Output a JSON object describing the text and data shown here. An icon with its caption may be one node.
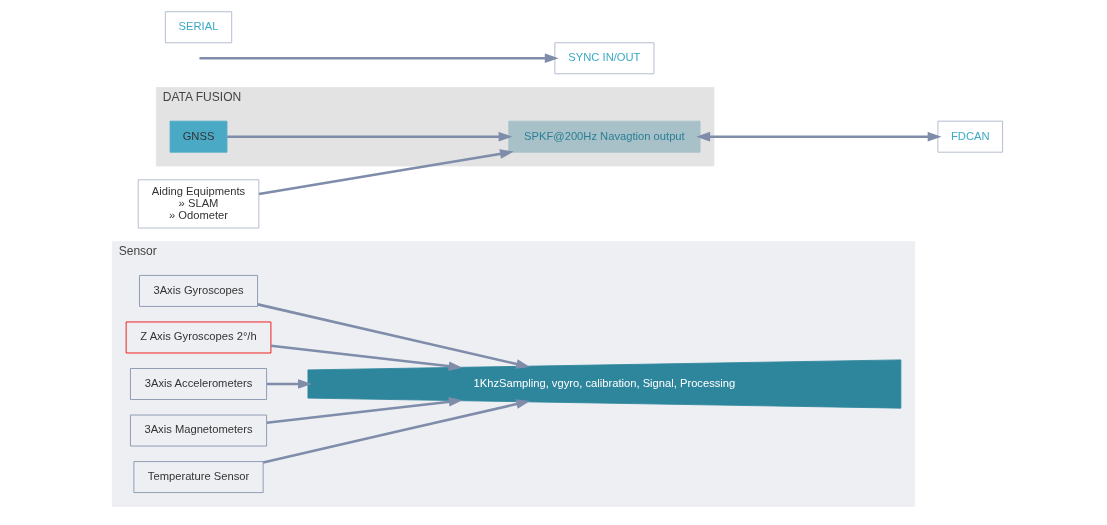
{
  "diagram": {
    "nodes": [
      {
        "text": [
          "Sensor"
        ]
      },
      {
        "text": [
          "3Axis Gyroscopes"
        ],
        "in": 0
      },
      {
        "text": [
          "Z Axis Gyroscopes 2°/h"
        ],
        "in": 0
      },
      {
        "text": [
          "3Axis Accelerometers"
        ],
        "in": 0
      },
      {
        "text": [
          "3Axis Magnetometers"
        ],
        "in": 0
      },
      {
        "text": [
          "Temperature Sensor"
        ],
        "in": 0
      },
      {
        "text": [
          "1KhzSampling, vgyro, calibration, Signal, Processing"
        ],
        "in": 0
      },
      {
        "text": [
          "DATA FUSION"
        ]
      },
      {
        "text": [
          "GNSS"
        ],
        "in": 7
      },
      {
        "text": [
          "SPKF@200Hz Navagtion output"
        ],
        "in": 7
      },
      {
        "text": [
          "SYNC IN/OUT"
        ]
      },
      {
        "text": [
          "FDCAN"
        ]
      },
      {
        "text": [
          "SERIAL"
        ]
      },
      {
        "text": [
          "Aiding Equipments",
          "» SLAM",
          "» Odometer"
        ]
      }
    ],
    "edges": [
      {
        "from": 1,
        "to": 6,
        "arrow": "to"
      },
      {
        "from": 2,
        "to": 6,
        "arrow": "to"
      },
      {
        "from": 3,
        "to": 6,
        "arrow": "to"
      },
      {
        "from": 4,
        "to": 6,
        "arrow": "to"
      },
      {
        "from": 5,
        "to": 6,
        "arrow": "to"
      },
      {
        "from": 8,
        "to": 9,
        "arrow": "to"
      },
      {
        "from": 13,
        "to": 9,
        "arrow": "to"
      },
      {
        "from": null,
        "to": 10,
        "arrow": "to"
      },
      {
        "from": 9,
        "to": 11,
        "arrow": "both"
      }
    ]
  }
}
